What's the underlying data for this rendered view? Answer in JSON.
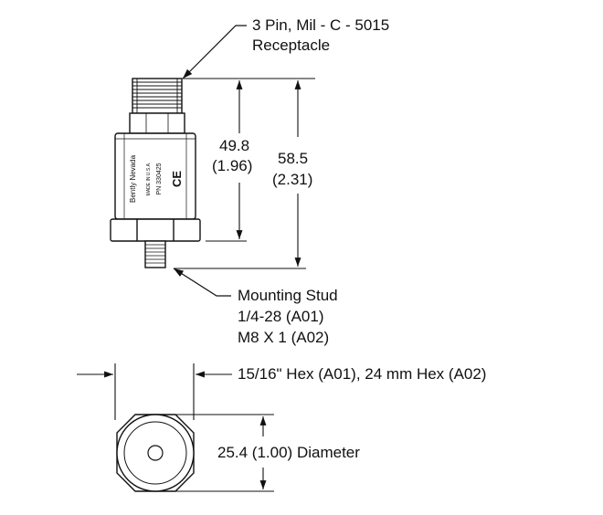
{
  "callouts": {
    "connector": [
      "3 Pin, Mil - C - 5015",
      "Receptacle"
    ],
    "stud": [
      "Mounting Stud",
      "1/4-28 (A01)",
      "M8 X 1 (A02)"
    ]
  },
  "dimensions": {
    "body_height_mm": "49.8",
    "body_height_in": "(1.96)",
    "overall_height_mm": "58.5",
    "overall_height_in": "(2.31)",
    "hex": "15/16\" Hex (A01), 24 mm Hex (A02)",
    "diameter": "25.4 (1.00) Diameter"
  },
  "product_marking": {
    "brand": "Bently Nevada",
    "line2": "MADE IN U.S.A.",
    "pn": "PN 330425",
    "ce": "CE"
  }
}
